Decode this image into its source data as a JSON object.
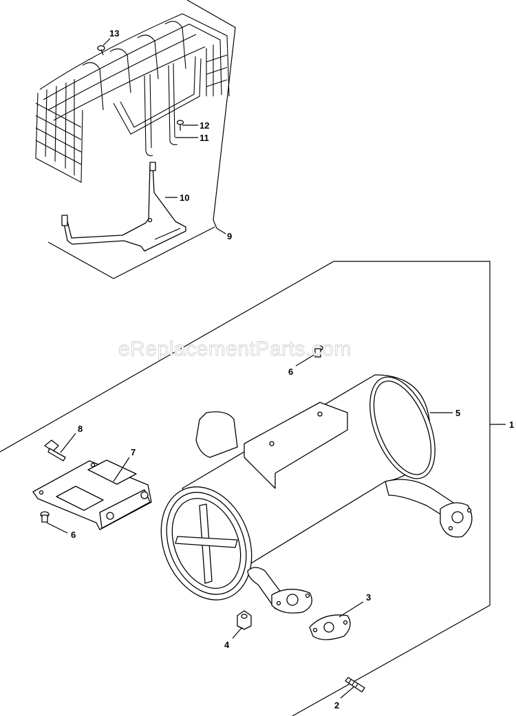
{
  "watermark": "eReplacementParts.com",
  "callouts": [
    {
      "id": "13",
      "label": "13"
    },
    {
      "id": "12",
      "label": "12"
    },
    {
      "id": "11",
      "label": "11"
    },
    {
      "id": "10",
      "label": "10"
    },
    {
      "id": "9",
      "label": "9"
    },
    {
      "id": "1",
      "label": "1"
    },
    {
      "id": "5",
      "label": "5"
    },
    {
      "id": "6a",
      "label": "6"
    },
    {
      "id": "8",
      "label": "8"
    },
    {
      "id": "7",
      "label": "7"
    },
    {
      "id": "6b",
      "label": "6"
    },
    {
      "id": "3",
      "label": "3"
    },
    {
      "id": "4",
      "label": "4"
    },
    {
      "id": "2",
      "label": "2"
    }
  ]
}
